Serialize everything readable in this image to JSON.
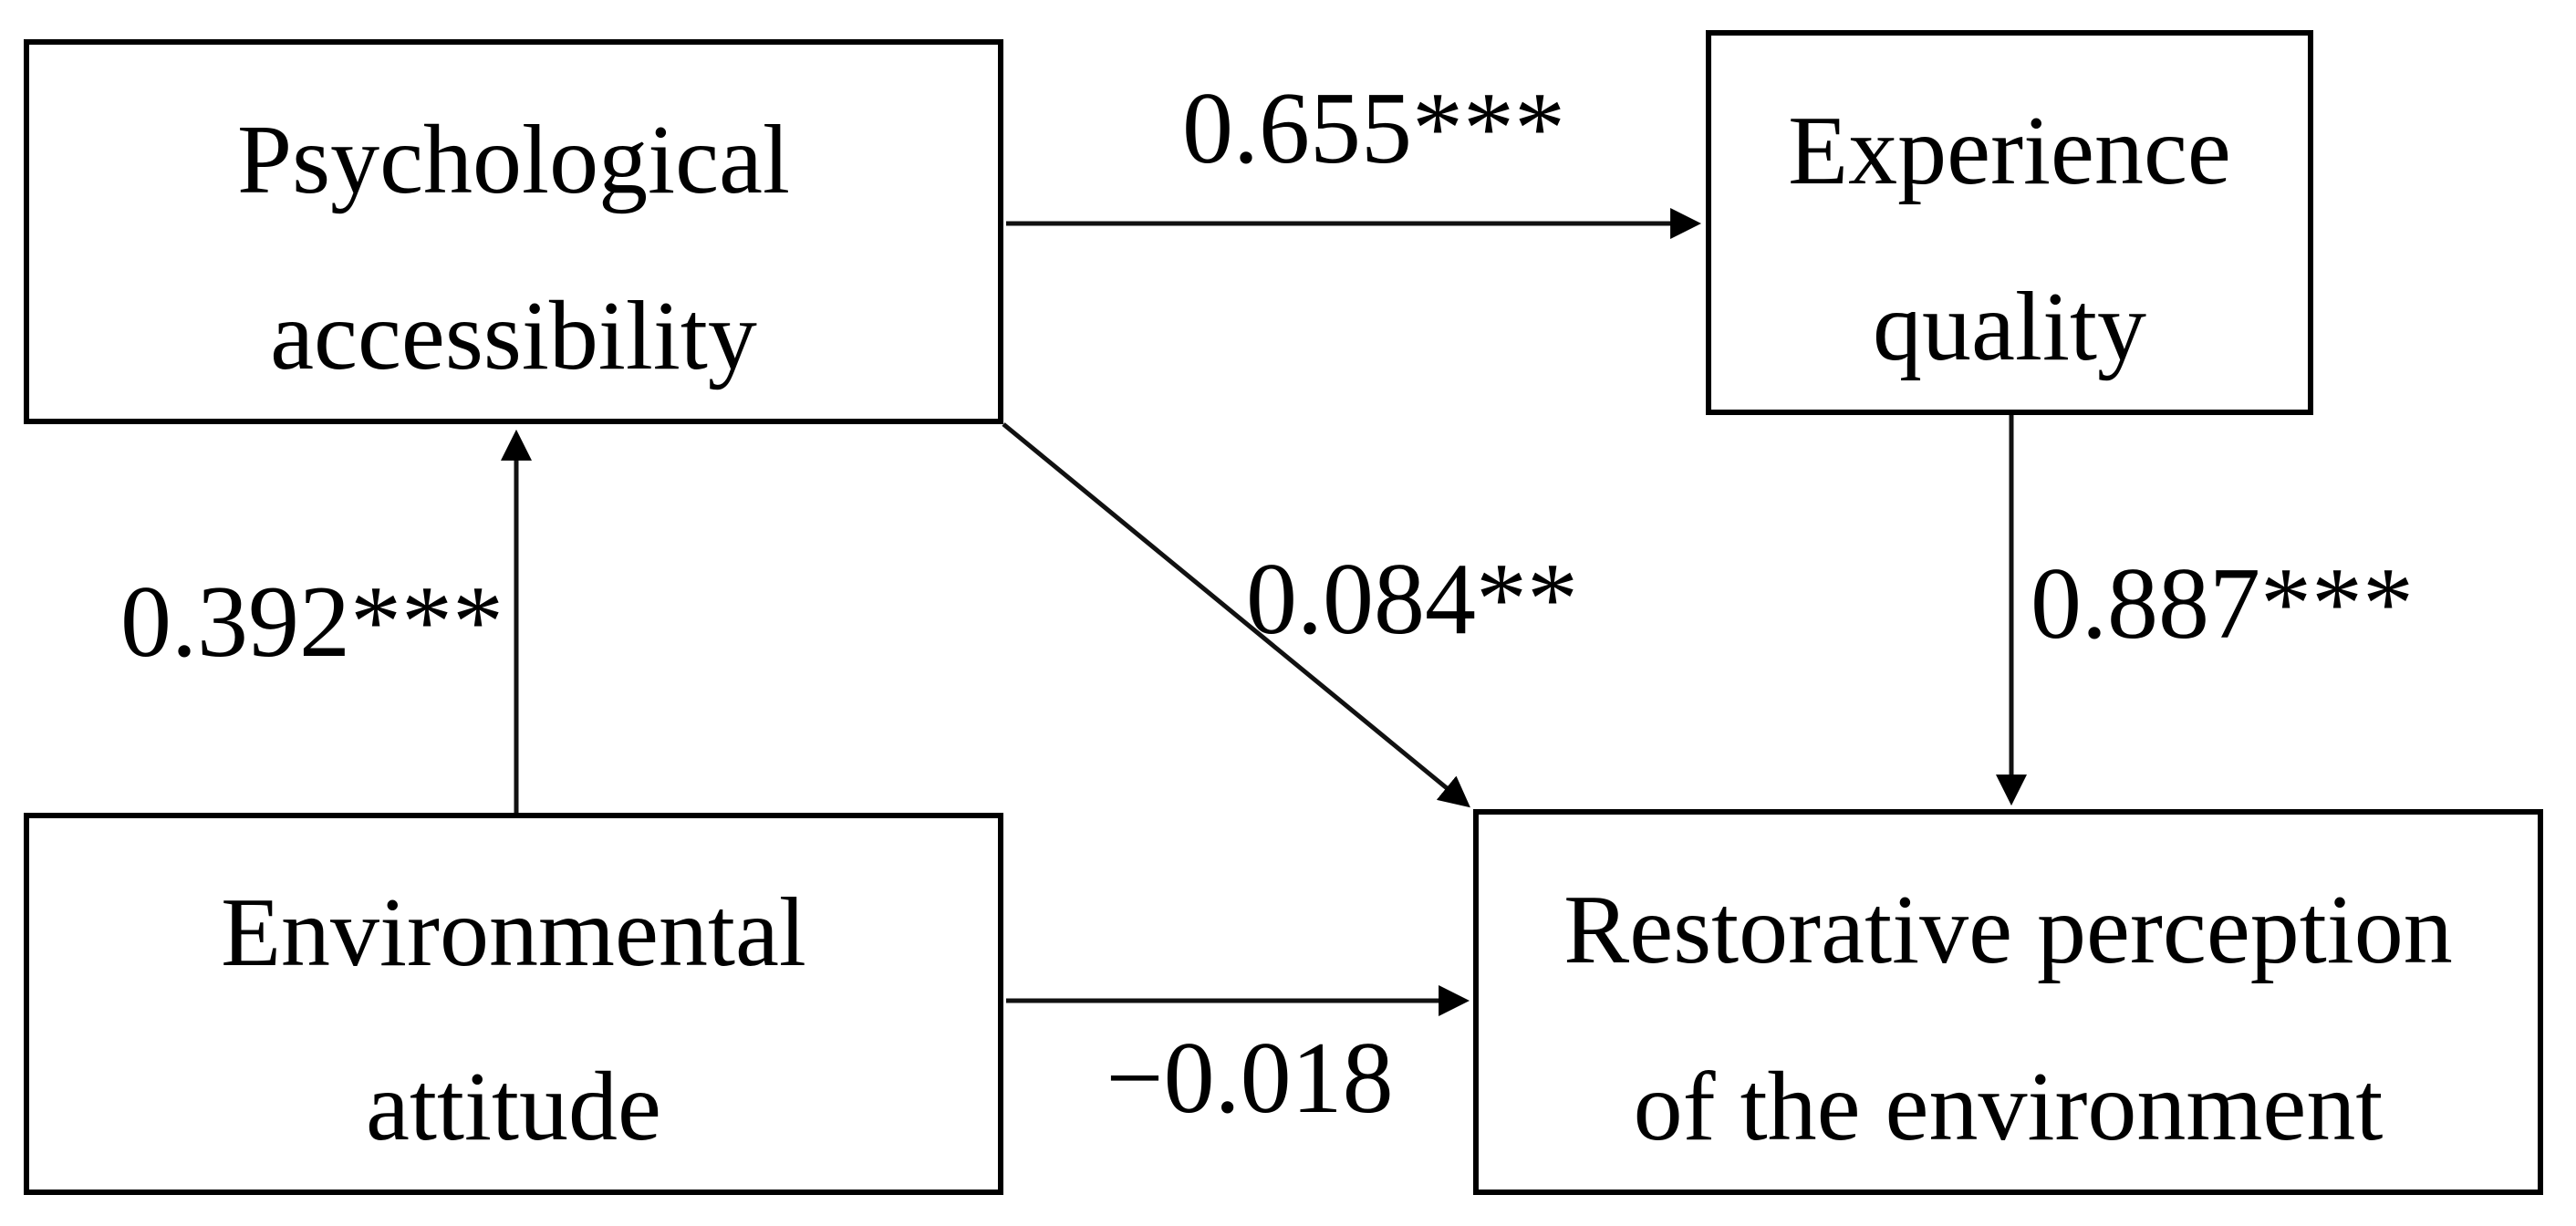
{
  "figure": {
    "type": "path-diagram",
    "background_color": "#ffffff",
    "box_border_color": "#000000",
    "text_color": "#000000",
    "nodes": [
      {
        "id": "psychological-accessibility",
        "line1": "Psychological",
        "line2": "accessibility"
      },
      {
        "id": "experience-quality",
        "line1": "Experience",
        "line2": "quality"
      },
      {
        "id": "environmental-attitude",
        "line1": "Environmental",
        "line2": "attitude"
      },
      {
        "id": "restorative-perception",
        "line1": "Restorative perception",
        "line2": "of the environment"
      }
    ],
    "edges": [
      {
        "from": "psychological-accessibility",
        "to": "experience-quality",
        "label": "0.655***",
        "coefficient": 0.655,
        "significance": "***"
      },
      {
        "from": "environmental-attitude",
        "to": "psychological-accessibility",
        "label": "0.392***",
        "coefficient": 0.392,
        "significance": "***"
      },
      {
        "from": "psychological-accessibility",
        "to": "restorative-perception",
        "label": "0.084**",
        "coefficient": 0.084,
        "significance": "**"
      },
      {
        "from": "environmental-attitude",
        "to": "restorative-perception",
        "label": "−0.018",
        "coefficient": -0.018,
        "significance": ""
      },
      {
        "from": "experience-quality",
        "to": "restorative-perception",
        "label": "0.887***",
        "coefficient": 0.887,
        "significance": "***"
      }
    ]
  }
}
